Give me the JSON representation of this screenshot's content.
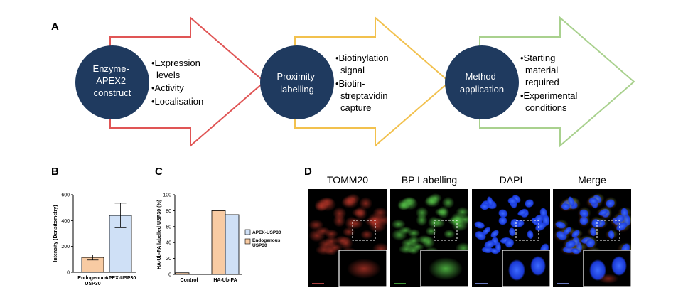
{
  "panels": {
    "a": "A",
    "b": "B",
    "c": "C",
    "d": "D"
  },
  "colors": {
    "red": "#e05555",
    "yellow": "#f2c14e",
    "green": "#a9d18e",
    "navy": "#1f3a5f",
    "orange": "#f8cba3",
    "blue": "#cfe0f6"
  },
  "workflow": [
    {
      "circle": [
        "Enzyme-",
        "APEX2",
        "construct"
      ],
      "bullets": [
        [
          "•Expression",
          "levels"
        ],
        [
          "•Activity"
        ],
        [
          "•Localisation"
        ]
      ],
      "arrow_color": "#e05555"
    },
    {
      "circle": [
        "Proximity",
        "labelling"
      ],
      "bullets": [
        [
          "•Biotinylation",
          "signal"
        ],
        [
          "•Biotin-",
          "streptavidin",
          "capture"
        ]
      ],
      "arrow_color": "#f2c14e"
    },
    {
      "circle": [
        "Method",
        "application"
      ],
      "bullets": [
        [
          "•Starting",
          "material",
          "required"
        ],
        [
          "•Experimental",
          "conditions"
        ]
      ],
      "arrow_color": "#a9d18e"
    }
  ],
  "chart_data": [
    {
      "type": "bar",
      "categories": [
        "Endogenous USP30",
        "APEX-USP30"
      ],
      "values": [
        115,
        440
      ],
      "errors": [
        20,
        95
      ],
      "colors": [
        "#f8cba3",
        "#cfe0f6"
      ],
      "ylabel": "Intensity (Densitometry)",
      "ylim": [
        0,
        600
      ],
      "yticks": [
        0,
        200,
        400,
        600
      ],
      "grid": false
    },
    {
      "type": "bar",
      "categories": [
        "Control",
        "HA-Ub-PA"
      ],
      "series": [
        {
          "name": "APEX-USP30",
          "values": [
            0,
            75
          ],
          "color": "#cfe0f6"
        },
        {
          "name": "Endogenous USP30",
          "values": [
            2,
            80
          ],
          "color": "#f8cba3"
        }
      ],
      "ylabel": "HA-Ub-PA labelled USP30 (%)",
      "ylim": [
        0,
        100
      ],
      "yticks": [
        0,
        20,
        40,
        60,
        80,
        100
      ],
      "legend": "right",
      "grid": false
    }
  ],
  "microscopy": {
    "titles": [
      "TOMM20",
      "BP Labelling",
      "DAPI",
      "Merge"
    ]
  }
}
